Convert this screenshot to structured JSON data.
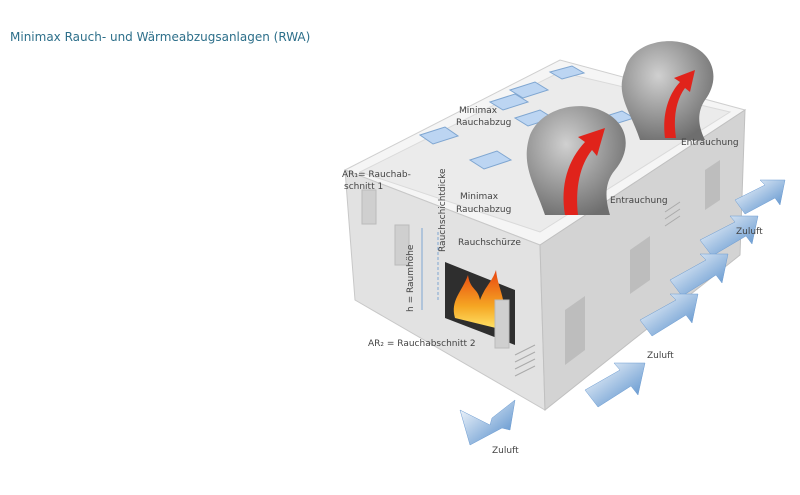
{
  "title": "Minimax Rauch- und Wärmeabzugsanlagen (RWA)",
  "labels": {
    "rauchabzug_top_line1": "Minimax",
    "rauchabzug_top_line2": "Rauchabzug",
    "rauchabzug_mid_line1": "Minimax",
    "rauchabzug_mid_line2": "Rauchabzug",
    "entrauchung_back": "Entrauchung",
    "entrauchung_front": "Entrauchung",
    "ar1_line1": "AR₁= Rauchab-",
    "ar1_line2": "schnitt 1",
    "rauchschichtdicke": "Rauchschichtdicke",
    "rauchschuerze": "Rauchschürze",
    "raumhoehe": "h = Raumhöhe",
    "ar2": "AR₂ = Rauchabschnitt 2",
    "zuluft_right": "Zuluft",
    "zuluft_mid": "Zuluft",
    "zuluft_bottom": "Zuluft"
  },
  "colors": {
    "title": "#2d6f8a",
    "building": "#f2f2f2",
    "smoke": "#8c8c8c",
    "arrow_red": "#e0231b",
    "arrow_blue": "#4a86c8",
    "fire": "#f5a623"
  }
}
